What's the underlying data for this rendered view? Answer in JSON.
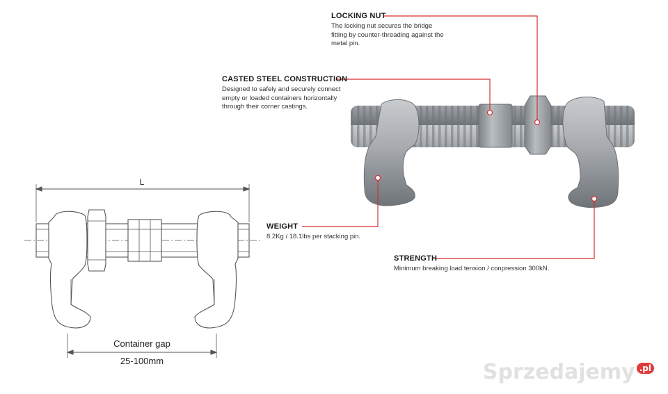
{
  "callouts": {
    "locking_nut": {
      "title": "LOCKING NUT",
      "desc": [
        "The locking nut secures the bridge",
        "fitting by counter-threading against the",
        "metal pin."
      ]
    },
    "casted_steel": {
      "title": "CASTED STEEL CONSTRUCTION",
      "desc": [
        "Designed to safely and securely connect",
        "empty or loaded containers horizontally",
        "through their corner castings."
      ]
    },
    "weight": {
      "title": "WEIGHT",
      "desc": [
        "8.2Kg / 18.1lbs per stacking pin."
      ]
    },
    "strength": {
      "title": "STRENGTH",
      "desc": [
        "Minimum breaking load tension / conpression 300kN."
      ]
    }
  },
  "drawing": {
    "length_label": "L",
    "gap_label": "Container gap",
    "gap_range": "25-100mm"
  },
  "watermark": {
    "text": "Sprzedajemy",
    "suffix": ".pl"
  },
  "colors": {
    "accent_line": "#d32f2f",
    "outline": "#5a5a5a",
    "metal": "#9a9ea2"
  }
}
